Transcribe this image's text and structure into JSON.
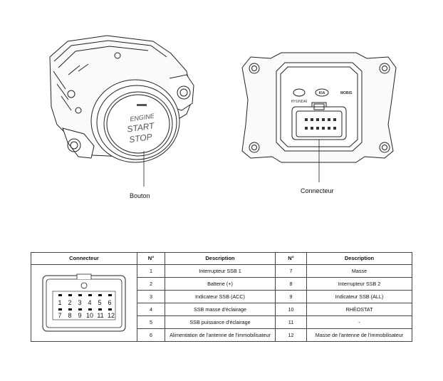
{
  "diagram": {
    "button_label": "Bouton",
    "connector_label": "Connecteur",
    "button_face_text": [
      "ENGINE",
      "START",
      "STOP"
    ],
    "logo_text": [
      "HYUNDAI",
      "KIA",
      "MOBIS"
    ]
  },
  "table": {
    "headers": {
      "connector": "Connecteur",
      "no": "N°",
      "description": "Description",
      "no2": "N°",
      "description2": "Description"
    },
    "rows": [
      {
        "no": "1",
        "desc": "Interrupteur SSB 1",
        "no2": "7",
        "desc2": "Masse"
      },
      {
        "no": "2",
        "desc": "Batterie (+)",
        "no2": "8",
        "desc2": "Interrupteur SSB 2"
      },
      {
        "no": "3",
        "desc": "Indicateur SSB (ACC)",
        "no2": "9",
        "desc2": "Indicateur SSB (ALL)"
      },
      {
        "no": "4",
        "desc": "SSB masse d'éclairage",
        "no2": "10",
        "desc2": "RHÉOSTAT"
      },
      {
        "no": "5",
        "desc": "SSB puissance d'éclairage",
        "no2": "11",
        "desc2": "-"
      },
      {
        "no": "6",
        "desc": "Alimentation de l'antenne de l'immobilisateur",
        "no2": "12",
        "desc2": "Masse de l'antenne de l'immobilisateur"
      }
    ],
    "connector_pins_top": [
      "1",
      "2",
      "3",
      "4",
      "5",
      "6"
    ],
    "connector_pins_bottom": [
      "7",
      "8",
      "9",
      "10",
      "11",
      "12"
    ]
  }
}
